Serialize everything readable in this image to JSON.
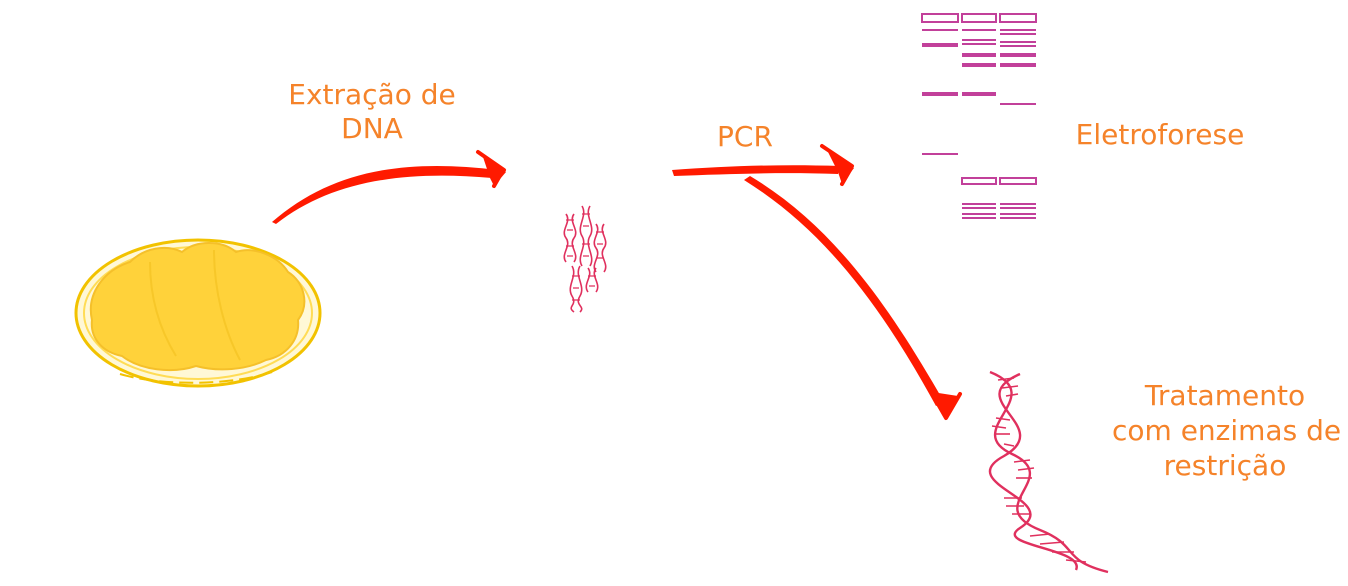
{
  "labels": {
    "extraction": [
      "Extração de",
      "DNA"
    ],
    "pcr": "PCR",
    "electrophoresis": "Eletroforese",
    "treatment": [
      "Tratamento",
      "com enzimas de",
      "restrição"
    ]
  },
  "colors": {
    "label": "#f5832a",
    "arrow": "#ff1a00",
    "colony": "#ffd23a",
    "colony_outline": "#f2c200",
    "gel_band": "#c2409a",
    "dna_helix": "#e0305e"
  },
  "icons": {
    "colony": "bacterial-colony-plate-icon",
    "dna_small": "dna-fragments-icon",
    "gel": "electrophoresis-gel-icon",
    "dna_large": "dna-double-helix-icon"
  }
}
